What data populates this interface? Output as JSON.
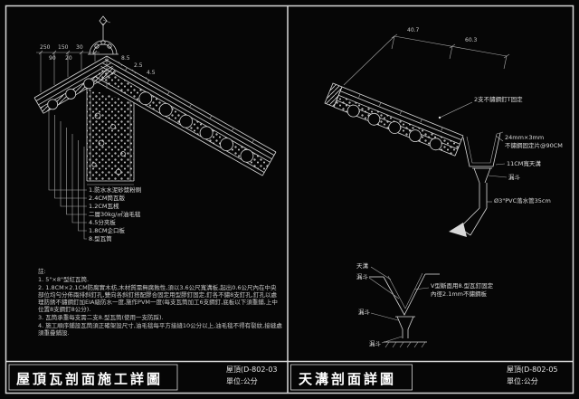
{
  "sheet": {
    "left": {
      "title": "屋頂瓦剖面施工詳圖",
      "drawing_no": "屋頂(D-802-03",
      "unit": "單位:公分",
      "dims": [
        "250",
        "150",
        "30",
        "90",
        "20",
        "8.5",
        "2.5",
        "4.5"
      ],
      "layers": [
        "1.防水水泥砂漿粉刷",
        "2.4CM筒瓦版",
        "1.2CM瓦桟",
        "二層30kg/㎡油毛毯",
        "4.5分夾板",
        "1.8CM企口板",
        "8.型瓦筒"
      ],
      "notes_title": "註:",
      "notes": [
        "1. 5\"×8\"型紅瓦筒.",
        "2. 1.8CM×2.1CM防腐實木枋,木材質需無腐蝕性,須以3.6公尺寬溝板,起出0.6公尺內在中央部位均勻分佈兩排斜釘孔,雙向各斜釘搭配膠合固定用型膠釘固定,釘各不鏽8支釘孔,釘孔以處理防銹不鏽鋼釘加EIA級防水一度,施作PVM一度(每支瓦筒加工6支鋼釘,底板以下須重鋪,上中位置8支鋼釘8公分).",
        "3. 瓦筒承重每支需二支8.型瓦筒(使用一支防踩).",
        "4. 施工順序鋪設瓦筒須正確架設尺寸,油毛毯每平方接縫10公分以上,油毛毯不得有裂紋,接縫處須重疊鋪設."
      ]
    },
    "right": {
      "title": "天溝剖面詳圖",
      "drawing_no": "屋頂(D-802-05",
      "unit": "單位:公分",
      "dims": [
        "40.7",
        "60.3"
      ],
      "labels": {
        "nail": "2支不鏽鋼釘T固定",
        "strap1": "24mm×3mm",
        "strap2": "不鏽鋼固定片@90CM",
        "gutter": "11CM寬天溝",
        "funnel": "漏斗",
        "pipe": "Ø3\"PVC落水管35cm"
      },
      "detail": {
        "gutter": "天溝",
        "funnel_a": "漏斗",
        "note1": "V型斷面用8.型瓦釘固定",
        "note2": "內徑2.1mm不鏽鋼板",
        "funnel_b": "漏斗",
        "funnel_c": "漏斗"
      }
    }
  }
}
